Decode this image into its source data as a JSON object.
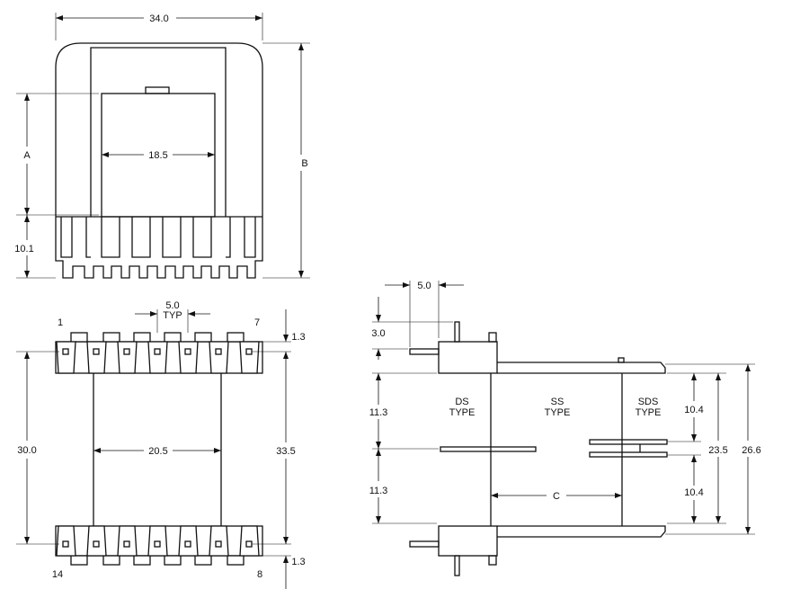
{
  "top_view": {
    "width_label": "34.0",
    "inner_width_label": "18.5",
    "dim_a_label": "A",
    "dim_b_label": "B",
    "pin_height_label": "10.1"
  },
  "pin_view": {
    "pitch_label": "5.0",
    "pitch_note": "TYP",
    "pin1_label": "1",
    "pin7_label": "7",
    "pin14_label": "14",
    "pin8_label": "8",
    "pad_offset_top_label": "1.3",
    "pad_offset_bottom_label": "1.3",
    "row_spacing_label": "30.0",
    "overall_length_label": "33.5",
    "span_label": "20.5"
  },
  "side_view": {
    "pin_offset_label": "5.0",
    "pin_length_label": "3.0",
    "upper_gap_label": "11.3",
    "lower_gap_label": "11.3",
    "ds_label_line1": "DS",
    "ds_label_line2": "TYPE",
    "ss_label_line1": "SS",
    "ss_label_line2": "TYPE",
    "sds_label_line1": "SDS",
    "sds_label_line2": "TYPE",
    "sds_upper_label": "10.4",
    "sds_lower_label": "10.4",
    "inner_height_label": "23.5",
    "overall_height_label": "26.6",
    "dim_c_label": "C"
  }
}
